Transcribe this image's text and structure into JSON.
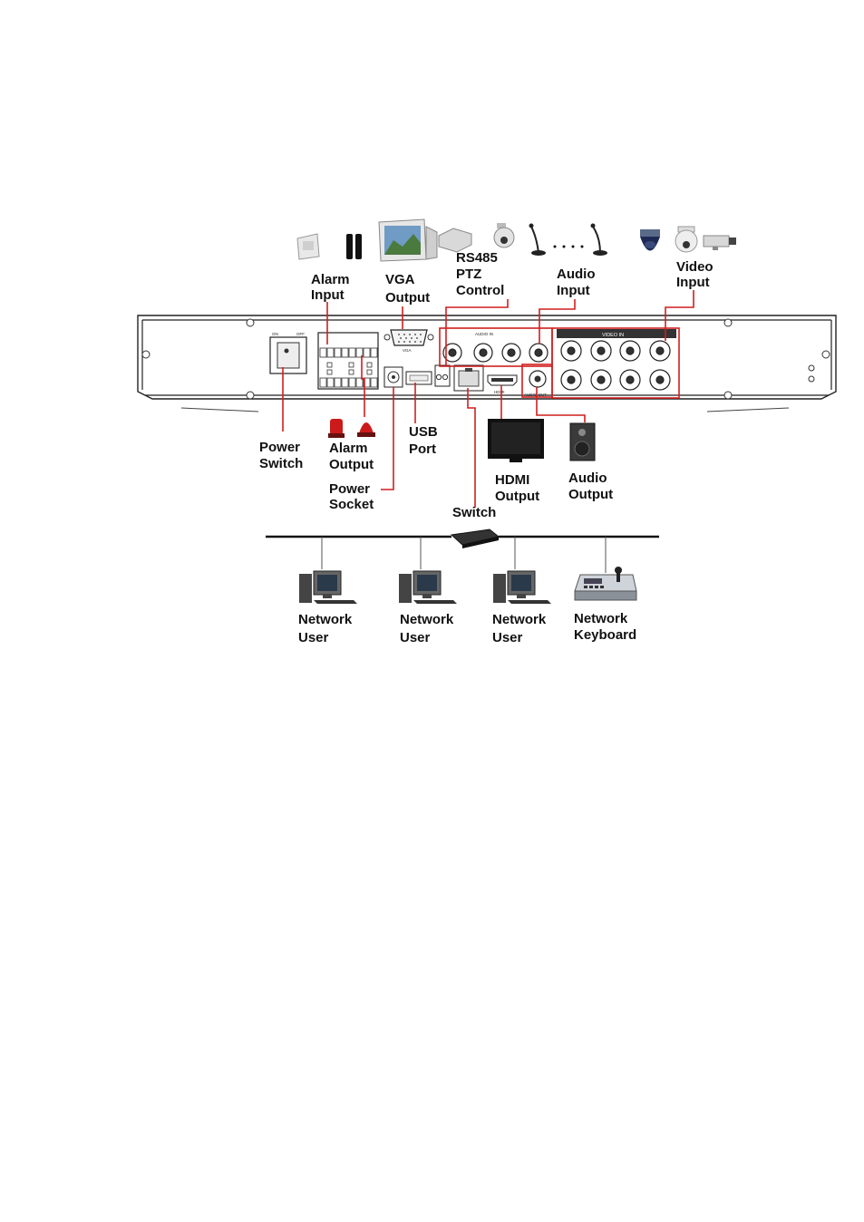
{
  "labels": {
    "alarm_input": [
      "Alarm",
      "Input"
    ],
    "vga_output": [
      "VGA",
      "Output"
    ],
    "rs485": [
      "RS485",
      "PTZ",
      "Control"
    ],
    "audio_input": [
      "Audio",
      "Input"
    ],
    "video_input": [
      "Video",
      "Input"
    ],
    "power_switch": [
      "Power",
      "Switch"
    ],
    "alarm_output": [
      "Alarm",
      "Output"
    ],
    "usb_port": [
      "USB",
      "Port"
    ],
    "power_socket": [
      "Power",
      "Socket"
    ],
    "hdmi_output": [
      "HDMI",
      "Output"
    ],
    "audio_output": [
      "Audio",
      "Output"
    ],
    "switch": "Switch",
    "network_user_1": [
      "Network",
      "User"
    ],
    "network_user_2": [
      "Network",
      "User"
    ],
    "network_user_3": [
      "Network",
      "User"
    ],
    "network_keyboard": [
      "Network",
      "Keyboard"
    ]
  },
  "panel_markings": {
    "on": "ON",
    "off": "OFF",
    "audio_in": "AUDIO IN",
    "video_in": "VIDEO IN",
    "audio_out": "AUDIO OUT",
    "vga": "VGA",
    "hdmi": "HDMI"
  },
  "colors": {
    "callout": "#d11f1f",
    "panel": "#222222"
  }
}
